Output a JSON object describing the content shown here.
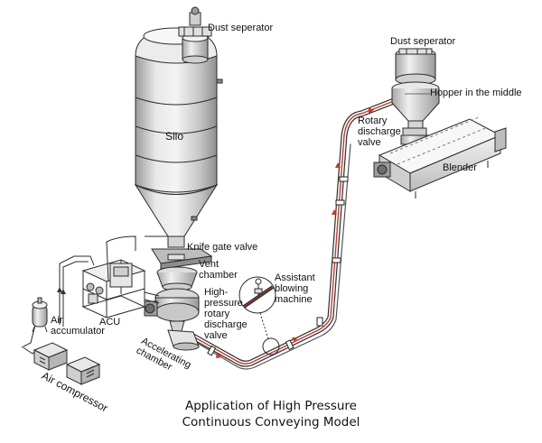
{
  "labels": {
    "dust_separator_top": "Dust seperator",
    "dust_separator_right": "Dust seperator",
    "silo": "Silo",
    "hopper": "Hopper in the middle",
    "rotary_discharge_valve": "Rotary\ndischarge\nvalve",
    "blender": "Blender",
    "knife_gate_valve": "Knife gate valve",
    "vent_chamber": "Vent\nchamber",
    "high_pressure_valve": "High-\npressure\nrotary\ndischarge\nvalve",
    "assistant_blowing_machine": "Assistant\nblowing\nmachine",
    "acu": "ACU",
    "air_accumulator": "Air\naccumulator",
    "accelerating_chamber": "Accelerating\nchamber",
    "air_compressor": "Air compressor"
  },
  "caption": {
    "line1": "Application of High Pressure",
    "line2": "Continuous Conveying Model"
  },
  "colors": {
    "pipe_outer": "#3a3a3a",
    "pipe_inner": "#c0392b",
    "metal_light": "#e6e6e6",
    "metal_mid": "#bdbdbd",
    "metal_dark": "#8a8a8a",
    "line": "#2b2b2b"
  }
}
